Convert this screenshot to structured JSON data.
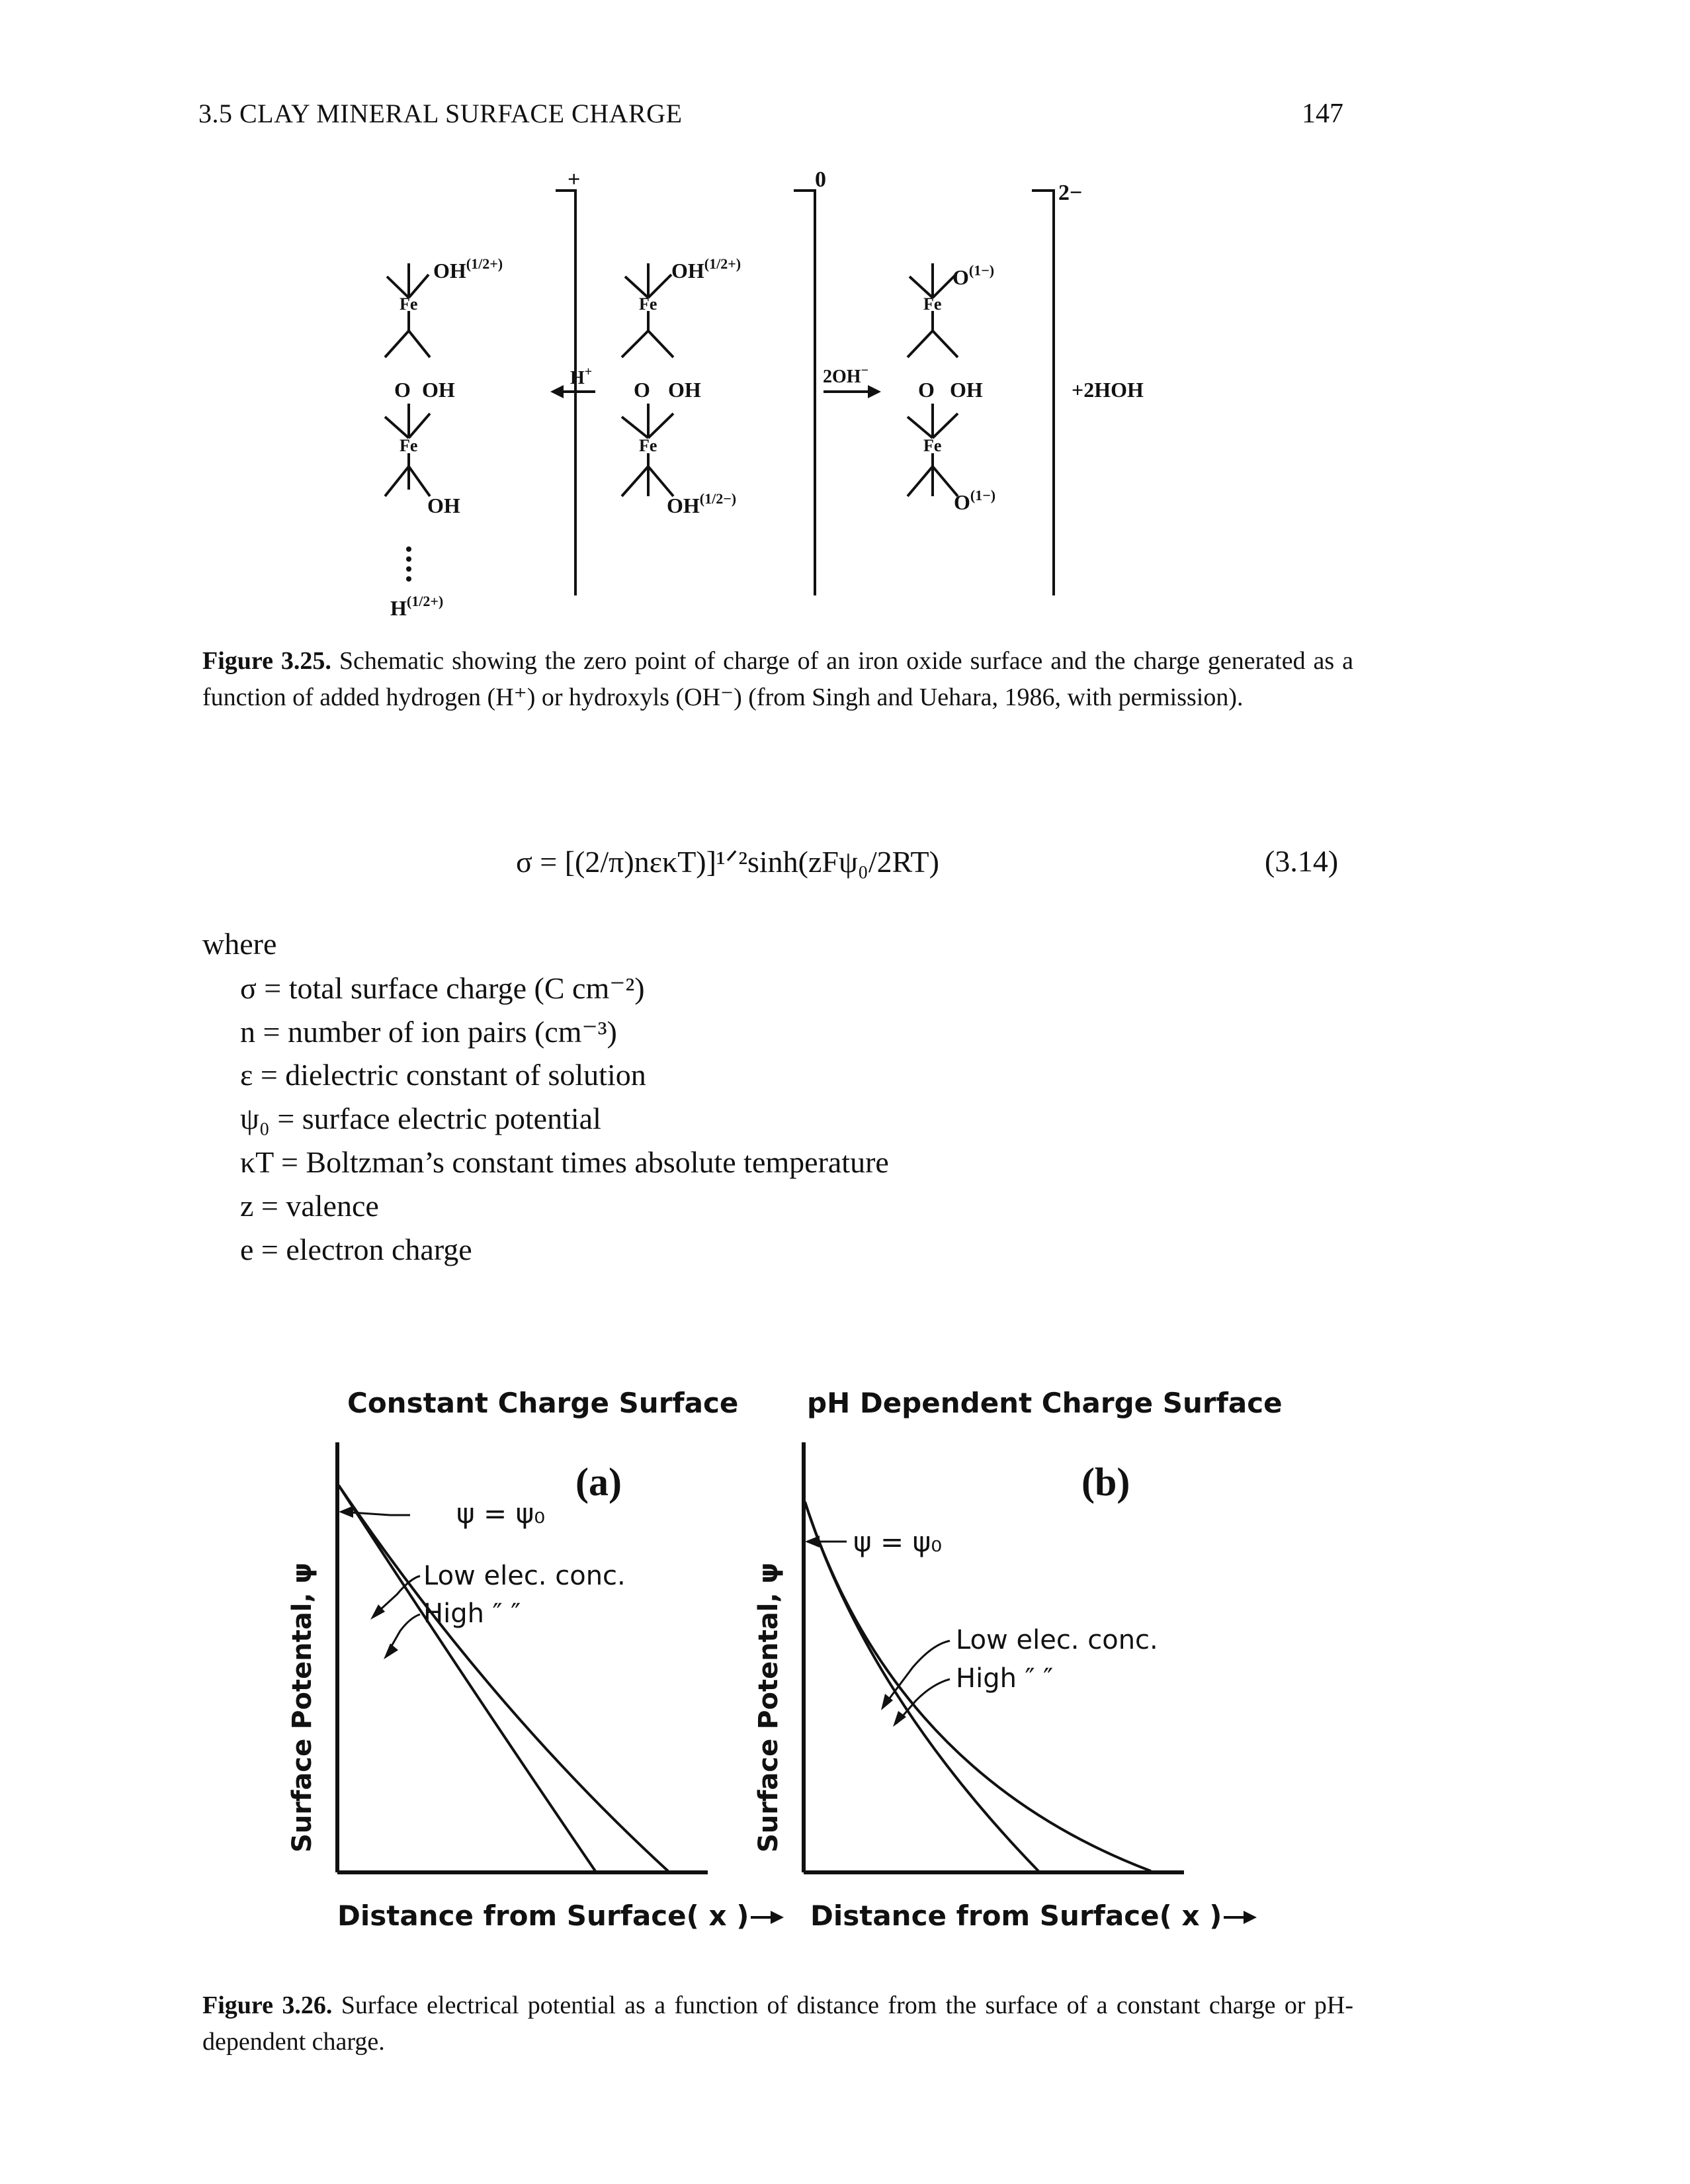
{
  "header": {
    "section_title": "3.5 CLAY MINERAL SURFACE CHARGE",
    "page_number": "147"
  },
  "figure_325": {
    "charges": {
      "left": "+",
      "middle": "0",
      "right": "2−"
    },
    "labels": {
      "oh_half_plus": "OH",
      "oh_half_plus_sup": "(1/2+)",
      "fe": "Fe",
      "o": "O",
      "oh": "OH",
      "h_half_plus": "H",
      "h_half_plus_sup": "(1/2+)",
      "oh_half_minus": "OH",
      "oh_half_minus_sup": "(1/2−)",
      "o_minus": "O",
      "o_minus_sup": "(1−)",
      "reagent_h": "H",
      "reagent_h_sup": "+",
      "reagent_oh": "2OH",
      "reagent_oh_sup": "−",
      "product": "+2HOH"
    },
    "caption": {
      "label": "Figure 3.25.",
      "text": "Schematic showing the zero point of charge of an iron oxide surface and the charge generated as a function of added hydrogen (H⁺) or hydroxyls (OH⁻) (from Singh and Uehara, 1986, with permission)."
    }
  },
  "equation": {
    "text": "σ = [(2/π)nεκT)]¹ᐟ²sinh(zFψ₀/2RT)",
    "number": "(3.14)"
  },
  "definitions": {
    "where": "where",
    "items": [
      "σ = total surface charge (C cm⁻²)",
      "n = number of ion pairs (cm⁻³)",
      "ε = dielectric constant of solution",
      "ψ₀ = surface electric potential",
      "κT = Boltzman’s constant times absolute temperature",
      "z = valence",
      "e = electron charge"
    ]
  },
  "figure_326": {
    "panel_a": {
      "title": "Constant Charge Surface",
      "letter": "(a)",
      "ylabel": "Surface Potental, ψ",
      "xlabel": "Distance from Surface( x )",
      "psi_label": "ψ = ψ₀",
      "low_label": "Low elec. conc.",
      "high_label": "High  ″   ″"
    },
    "panel_b": {
      "title": "pH Dependent Charge Surface",
      "letter": "(b)",
      "ylabel": "Surface Potental, ψ",
      "xlabel": "Distance from Surface( x )",
      "psi_label": "ψ = ψ₀",
      "low_label": "Low elec. conc.",
      "high_label": "High  ″   ″"
    },
    "caption": {
      "label": "Figure 3.26.",
      "text": "Surface electrical potential as a function of distance from the surface of a constant charge or pH-dependent charge."
    }
  }
}
